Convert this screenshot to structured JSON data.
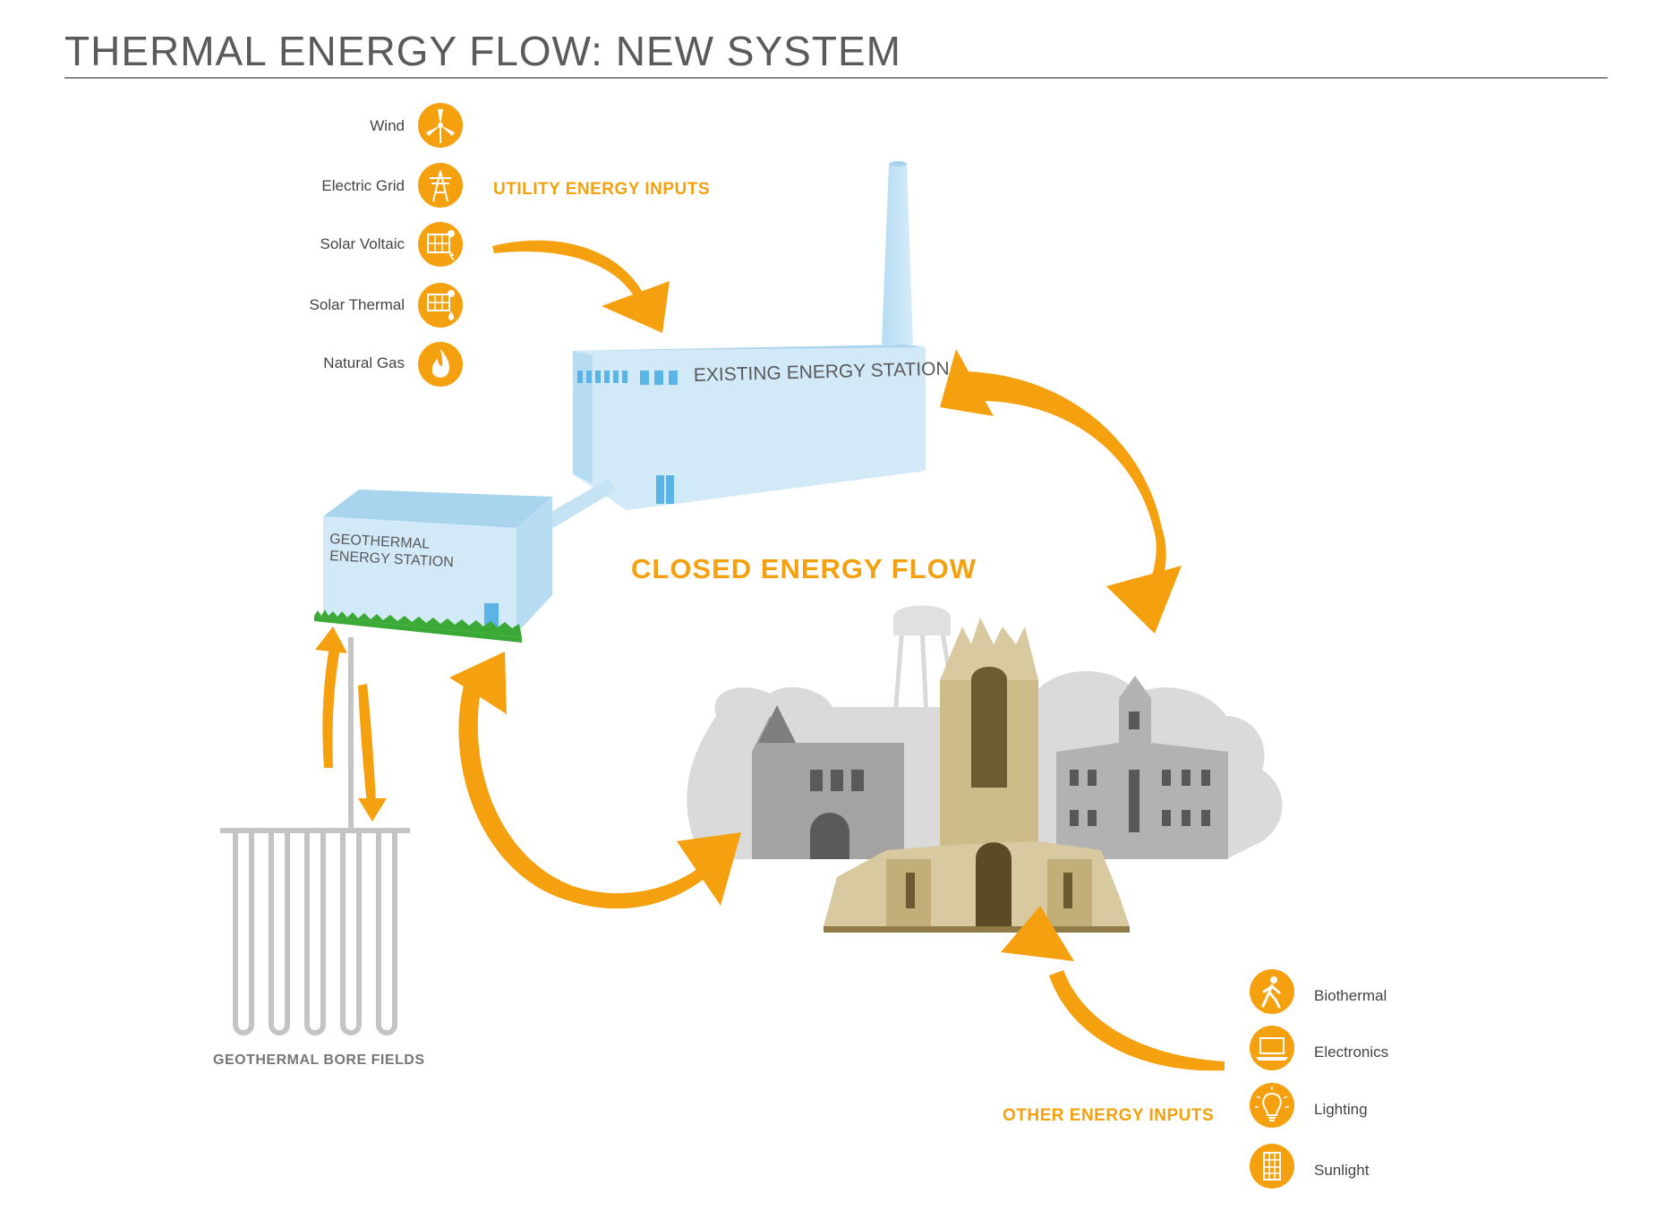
{
  "title": "THERMAL ENERGY FLOW: NEW SYSTEM",
  "utility_inputs": {
    "heading": "UTILITY ENERGY INPUTS",
    "items": [
      {
        "label": "Wind",
        "icon": "wind-turbine-icon"
      },
      {
        "label": "Electric Grid",
        "icon": "power-tower-icon"
      },
      {
        "label": "Solar Voltaic",
        "icon": "solar-panel-icon"
      },
      {
        "label": "Solar Thermal",
        "icon": "solar-thermal-icon"
      },
      {
        "label": "Natural Gas",
        "icon": "flame-icon"
      }
    ]
  },
  "existing_station": {
    "label": "EXISTING ENERGY STATION"
  },
  "geothermal_station": {
    "line1": "GEOTHERMAL",
    "line2": "ENERGY STATION"
  },
  "closed_flow": "CLOSED ENERGY FLOW",
  "bore_fields": "GEOTHERMAL BORE FIELDS",
  "other_inputs": {
    "heading": "OTHER ENERGY INPUTS",
    "items": [
      {
        "label": "Biothermal",
        "icon": "walking-person-icon"
      },
      {
        "label": "Electronics",
        "icon": "laptop-icon"
      },
      {
        "label": "Lighting",
        "icon": "light-bulb-icon"
      },
      {
        "label": "Sunlight",
        "icon": "window-icon"
      }
    ]
  },
  "colors": {
    "accent": "#f5a00f",
    "building_blue": "#cfe8f7",
    "grass": "#3aa935",
    "pipe_gray": "#c4c4c4"
  }
}
